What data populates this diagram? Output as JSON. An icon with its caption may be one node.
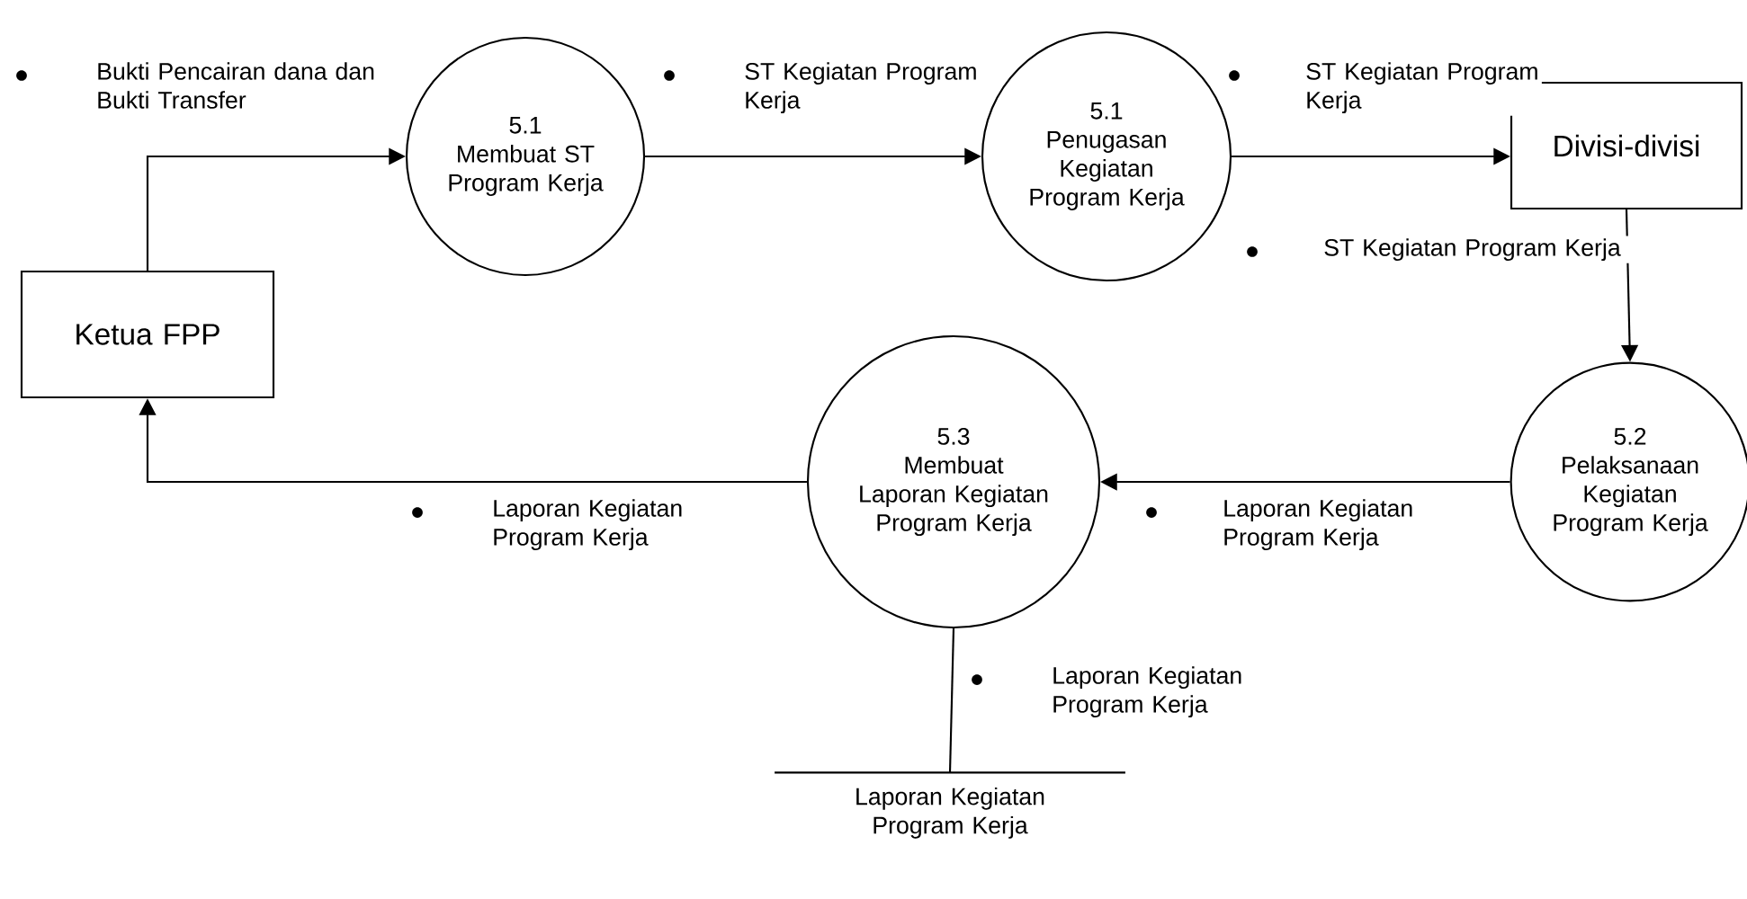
{
  "diagram": {
    "nodes": [
      {
        "text": [
          "Ketua FPP"
        ]
      },
      {
        "text": [
          "5.1",
          "Membuat ST Program Kerja"
        ]
      },
      {
        "text": [
          "5.1",
          "Penugasan Kegiatan Program Kerja"
        ]
      },
      {
        "text": [
          "Divisi-divisi"
        ]
      },
      {
        "text": [
          "5.2",
          "Pelaksanaan Kegiatan Program Kerja"
        ]
      },
      {
        "text": [
          "5.3",
          "Membuat Laporan Kegiatan Program Kerja"
        ]
      },
      {
        "text": [
          "Laporan Kegiatan Program Kerja"
        ]
      }
    ],
    "edges": [
      {
        "from": 0,
        "to": 1,
        "arrow": "to",
        "label": "Bukti Pencairan dana dan Bukti Transfer"
      },
      {
        "from": 1,
        "to": 2,
        "arrow": "to",
        "label": "ST Kegiatan Program Kerja"
      },
      {
        "from": 2,
        "to": 3,
        "arrow": "to",
        "label": "ST Kegiatan Program Kerja"
      },
      {
        "from": 3,
        "to": 4,
        "arrow": "to",
        "label": "ST Kegiatan Program Kerja"
      },
      {
        "from": 4,
        "to": 5,
        "arrow": "to",
        "label": "Laporan Kegiatan Program Kerja"
      },
      {
        "from": 5,
        "to": 0,
        "arrow": "to",
        "label": "Laporan Kegiatan Program Kerja"
      },
      {
        "from": 5,
        "to": 6,
        "arrow": "none",
        "label": "Laporan Kegiatan Program Kerja"
      }
    ]
  }
}
